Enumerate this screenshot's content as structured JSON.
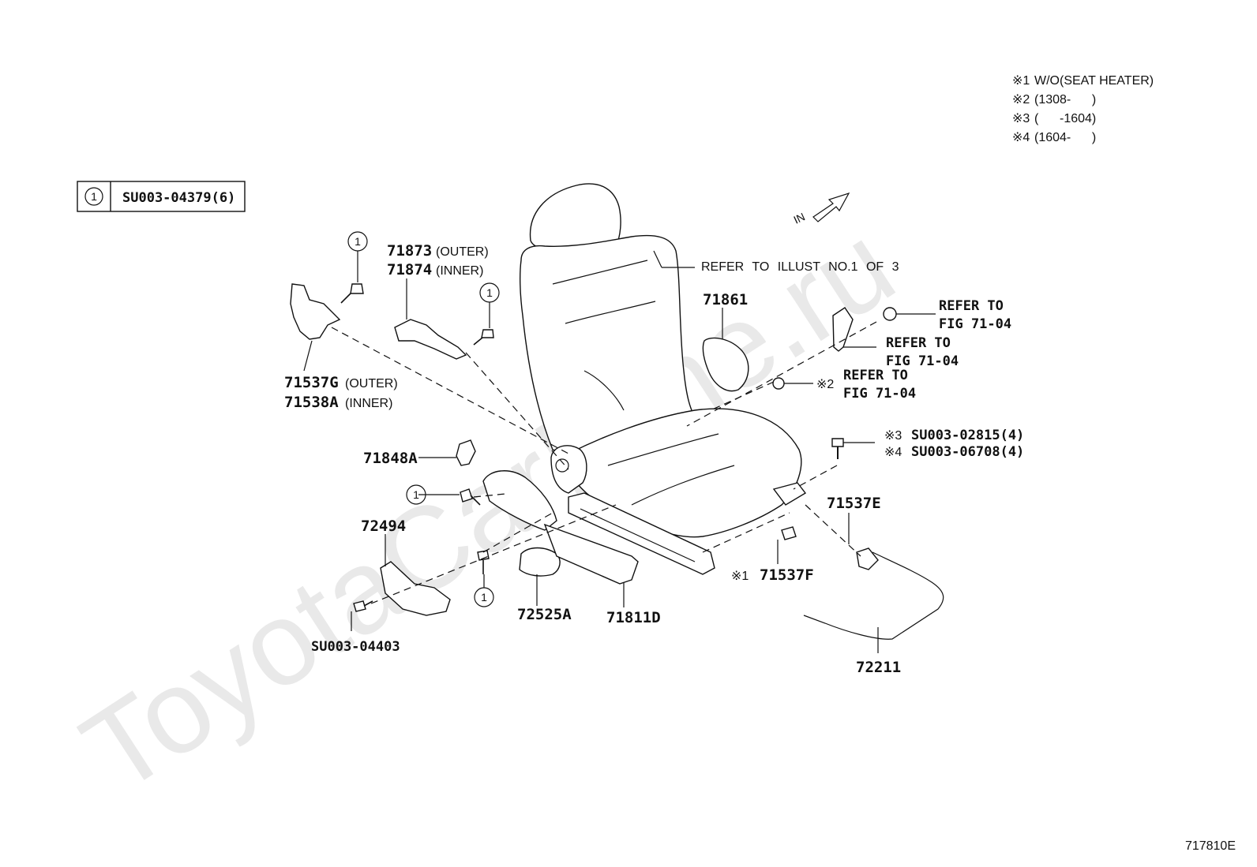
{
  "notes": [
    {
      "mark": "※1",
      "text": "W/O(SEAT HEATER)"
    },
    {
      "mark": "※2",
      "text": "(1308-      )"
    },
    {
      "mark": "※3",
      "text": "(      -1604)"
    },
    {
      "mark": "※4",
      "text": "(1604-      )"
    }
  ],
  "legend_box": {
    "circle": "1",
    "text": "SU003-04379(6)"
  },
  "direction": {
    "label": "IN"
  },
  "watermark": "ToyotaCarMine.ru",
  "figure_id": "717810E",
  "labels": {
    "p71873": {
      "num": "71873",
      "suffix": "(OUTER)"
    },
    "p71874": {
      "num": "71874",
      "suffix": "(INNER)"
    },
    "p71537g": {
      "num": "71537G",
      "suffix": "(OUTER)"
    },
    "p71538a": {
      "num": "71538A",
      "suffix": "(INNER)"
    },
    "refer_illust": "REFER TO ILLUST NO.1 OF 3",
    "p71861": "71861",
    "refer_fig_a": {
      "line1": "REFER TO",
      "line2": "FIG 71-04"
    },
    "refer_fig_b": {
      "line1": "REFER TO",
      "line2": "FIG 71-04"
    },
    "refer_fig_c": {
      "mark": "※2",
      "line1": "REFER TO",
      "line2": "FIG 71-04"
    },
    "bolt_a": {
      "mark": "※3",
      "text": "SU003-02815(4)"
    },
    "bolt_b": {
      "mark": "※4",
      "text": "SU003-06708(4)"
    },
    "p71848a": "71848A",
    "p72494": "72494",
    "p71537e": "71537E",
    "p71537f": {
      "mark": "※1",
      "num": "71537F"
    },
    "p72525a": "72525A",
    "p71811d": "71811D",
    "p72211": "72211",
    "su_04403": "SU003-04403",
    "callout": "1"
  }
}
